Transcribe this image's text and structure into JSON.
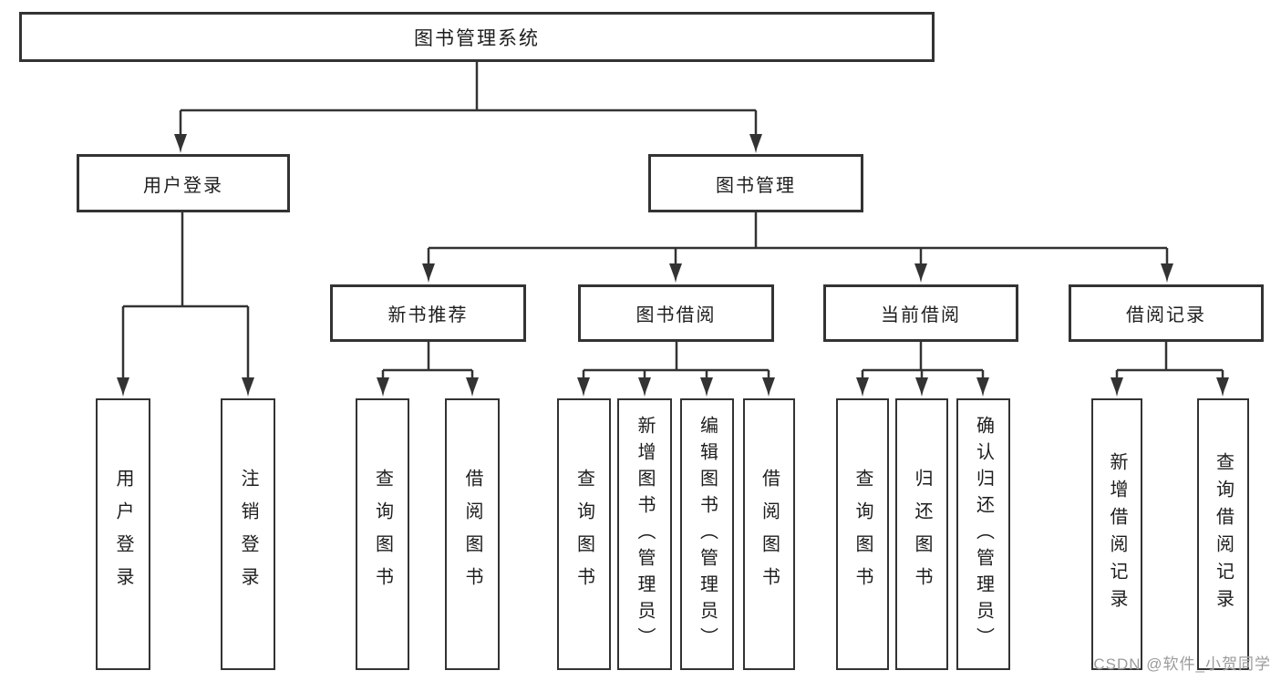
{
  "diagram": {
    "title": "图书管理系统",
    "watermark": "CSDN @软件_小贺同学",
    "colors": {
      "line": "#333333",
      "box_border": "#333333",
      "box_background": "#ffffff",
      "text": "#1d1d1d",
      "watermark": "#9b9b9b"
    },
    "nodes": {
      "user_login": "用户登录",
      "book_management": "图书管理",
      "new_book_recommend": "新书推荐",
      "book_borrow": "图书借阅",
      "current_borrow": "当前借阅",
      "borrow_records": "借阅记录",
      "leaf_user_login": "用户登录",
      "leaf_logout": "注销登录",
      "leaf_query_books_recommend": "查询图书",
      "leaf_borrow_books_recommend": "借阅图书",
      "leaf_query_books_borrow": "查询图书",
      "leaf_add_books_admin": "新增图书（管理员）",
      "leaf_edit_books_admin": "编辑图书（管理员）",
      "leaf_borrow_books": "借阅图书",
      "leaf_query_books_current": "查询图书",
      "leaf_return_books": "归还图书",
      "leaf_confirm_return_admin": "确认归还（管理员）",
      "leaf_add_borrow_record": "新增借阅记录",
      "leaf_query_borrow_record": "查询借阅记录"
    }
  }
}
